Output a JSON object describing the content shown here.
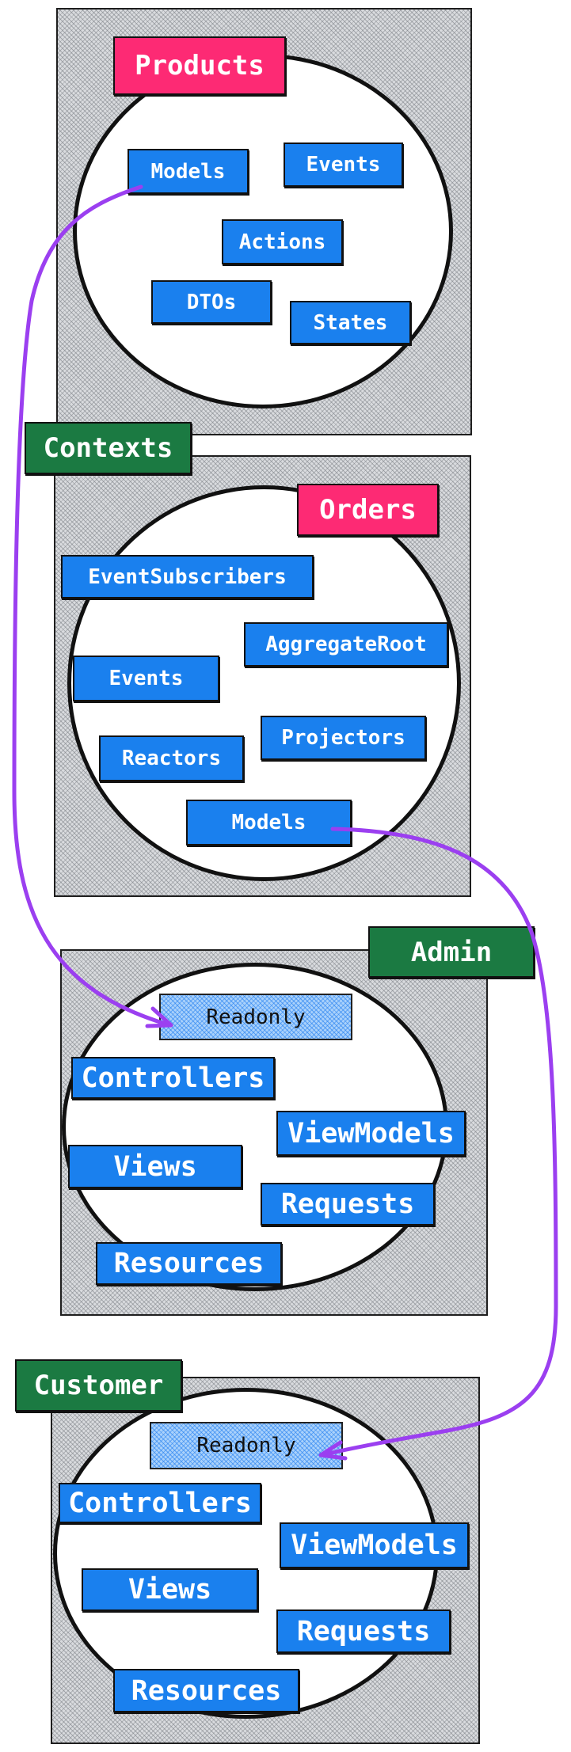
{
  "colors": {
    "module_label": "#fd2a74",
    "context_label": "#1b7a42",
    "component": "#1a80ee",
    "readonly": "#a9d1fb",
    "arrow": "#9b3ff0"
  },
  "products": {
    "title": "Products",
    "items": [
      "Models",
      "Events",
      "Actions",
      "DTOs",
      "States"
    ]
  },
  "contexts": {
    "title": "Contexts"
  },
  "orders": {
    "title": "Orders",
    "items": [
      "EventSubscribers",
      "AggregateRoot",
      "Events",
      "Projectors",
      "Reactors",
      "Models"
    ]
  },
  "admin": {
    "title": "Admin",
    "readonly": "Readonly",
    "items": [
      "Controllers",
      "ViewModels",
      "Views",
      "Requests",
      "Resources"
    ]
  },
  "customer": {
    "title": "Customer",
    "readonly": "Readonly",
    "items": [
      "Controllers",
      "ViewModels",
      "Views",
      "Requests",
      "Resources"
    ]
  },
  "connections": [
    {
      "from": "Products.Models",
      "to": "Admin.Readonly"
    },
    {
      "from": "Orders.Models",
      "to": "Customer.Readonly"
    }
  ]
}
